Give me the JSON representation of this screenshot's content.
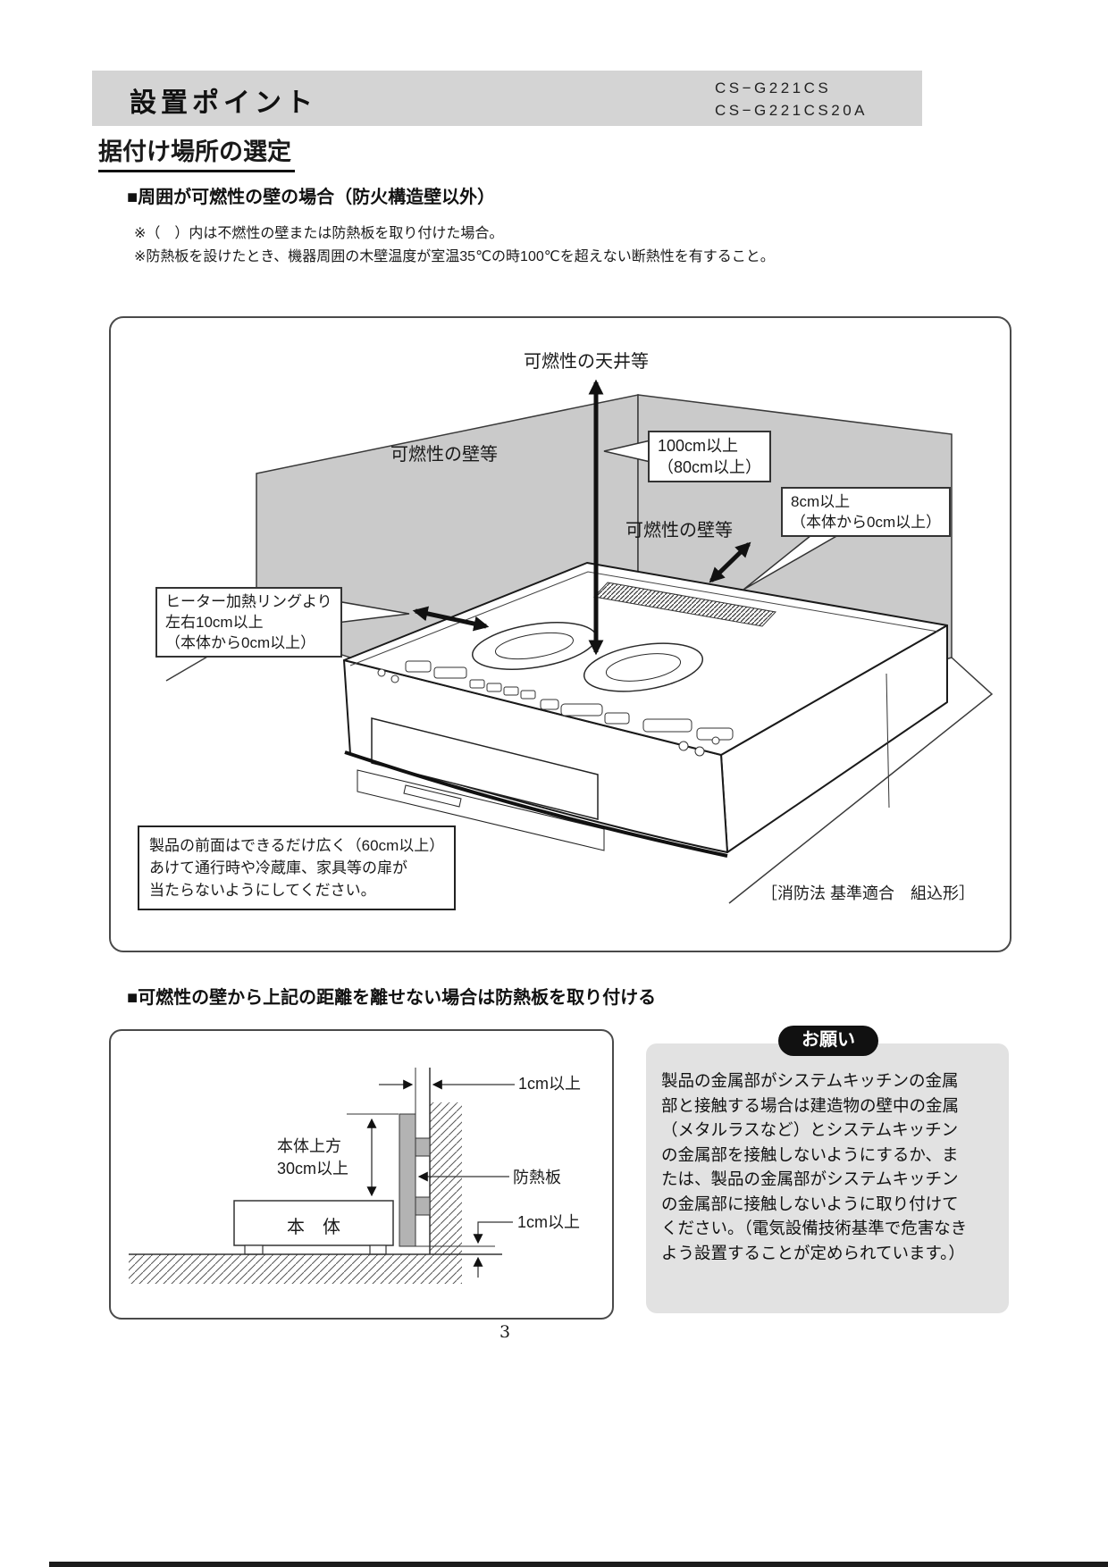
{
  "page": {
    "number": "3"
  },
  "header": {
    "title": "設置ポイント",
    "model_line1": "CS−G221CS",
    "model_line2": "CS−G221CS20A"
  },
  "section": {
    "title": "据付け場所の選定"
  },
  "sub1": {
    "heading": "■周囲が可燃性の壁の場合（防火構造壁以外）",
    "note1": "※（　）内は不燃性の壁または防熱板を取り付けた場合。",
    "note2": "※防熱板を設けたとき、機器周囲の木壁温度が室温35℃の時100℃を超えない断熱性を有すること。"
  },
  "diagram1": {
    "ceiling_label": "可燃性の天井等",
    "left_wall_label": "可燃性の壁等",
    "right_wall_label": "可燃性の壁等",
    "callout_top": {
      "line1": "100cm以上",
      "line2": "（80cm以上）"
    },
    "callout_right": {
      "line1": "8cm以上",
      "line2": "（本体から0cm以上）"
    },
    "callout_left": {
      "line1": "ヒーター加熱リングより",
      "line2": "左右10cm以上",
      "line3": "（本体から0cm以上）"
    },
    "front_note": {
      "line1": "製品の前面はできるだけ広く（60cm以上）",
      "line2": "あけて通行時や冷蔵庫、家具等の扉が",
      "line3": "当たらないようにしてください。"
    },
    "standard_label": "［消防法 基準適合　組込形］"
  },
  "sub2": {
    "heading": "■可燃性の壁から上記の距離を離せない場合は防熱板を取り付ける"
  },
  "diagram2": {
    "top_gap_label": "1cm以上",
    "above_label_line1": "本体上方",
    "above_label_line2": "30cm以上",
    "board_label": "防熱板",
    "body_label": "本　体",
    "bottom_gap_label": "1cm以上"
  },
  "notice": {
    "badge": "お願い",
    "lines": [
      "製品の金属部がシステムキッチンの金属",
      "部と接触する場合は建造物の壁中の金属",
      "（メタルラスなど）とシステムキッチン",
      "の金属部を接触しないようにするか、ま",
      "たは、製品の金属部がシステムキッチン",
      "の金属部に接触しないように取り付けて",
      "ください。（電気設備技術基準で危害なき",
      "よう設置することが定められています。）"
    ]
  },
  "colors": {
    "header_bar": "#d4d4d4",
    "wall_gray": "#cacaca",
    "notice_box": "#e2e2e2",
    "badge_bg": "#111111",
    "heat_shield_gray": "#b3b3b3"
  }
}
